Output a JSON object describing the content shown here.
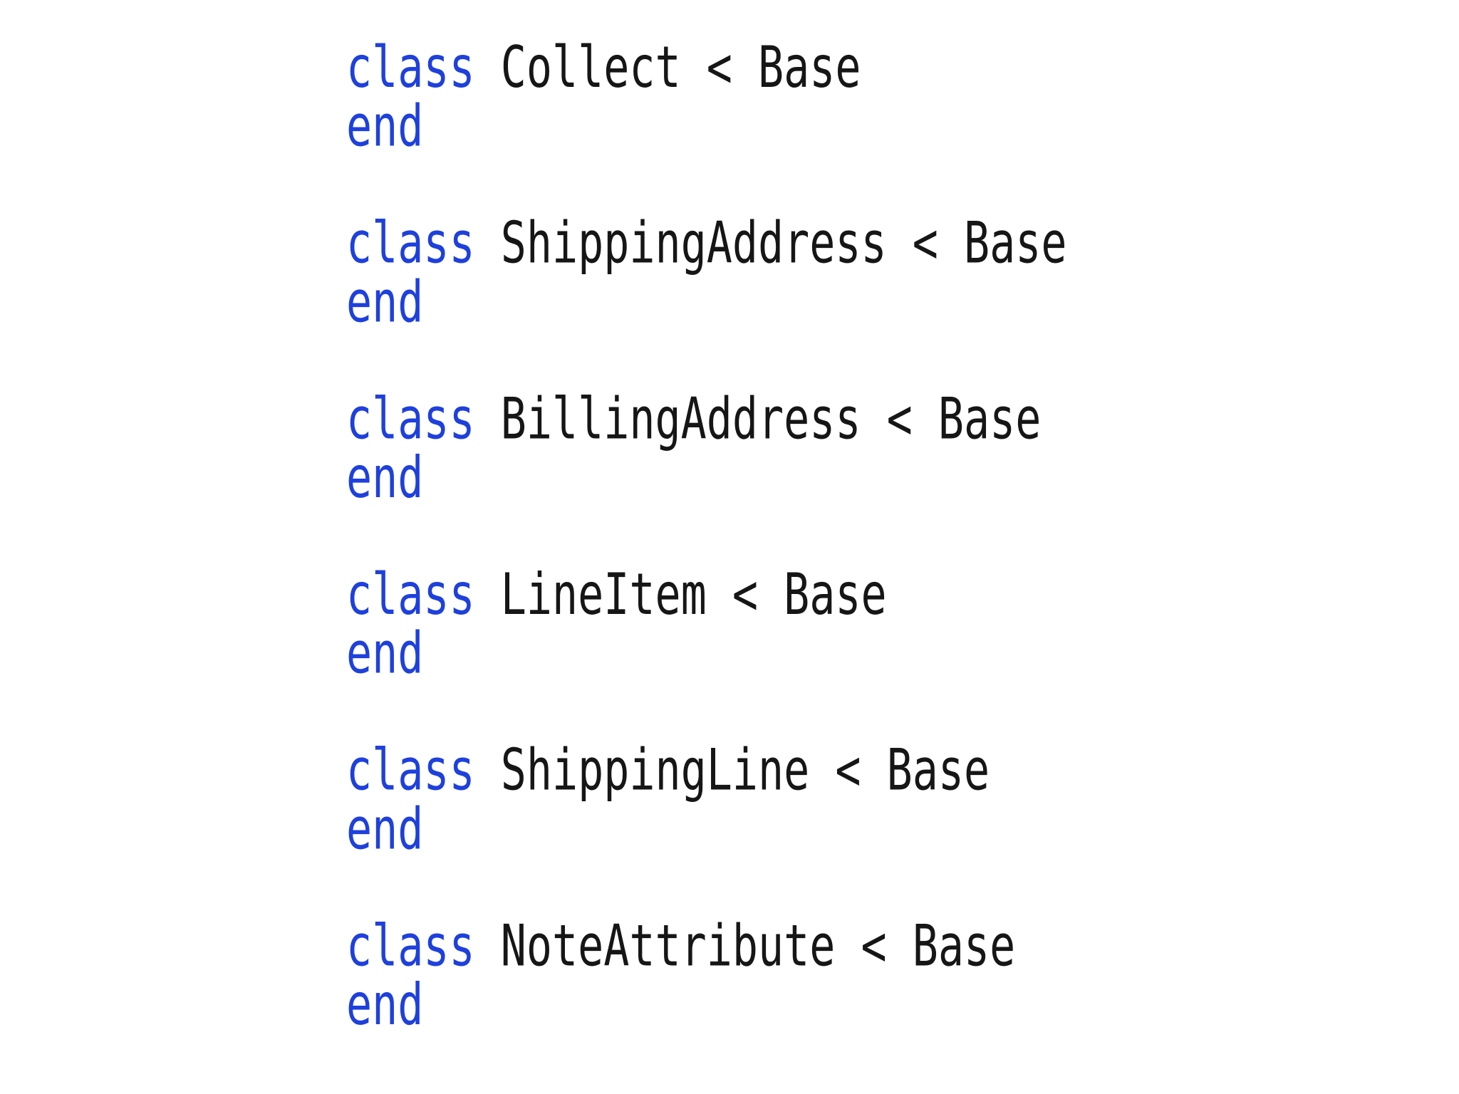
{
  "canvas": {
    "background": "#ffffff"
  },
  "syntax_colors": {
    "keyword": "#1e40dc",
    "identifier": "#161616"
  },
  "code": {
    "blocks": [
      {
        "keyword": "class",
        "class_name": "Collect",
        "inheritance_operator": "<",
        "superclass": "Base",
        "end_keyword": "end"
      },
      {
        "keyword": "class",
        "class_name": "ShippingAddress",
        "inheritance_operator": "<",
        "superclass": "Base",
        "end_keyword": "end"
      },
      {
        "keyword": "class",
        "class_name": "BillingAddress",
        "inheritance_operator": "<",
        "superclass": "Base",
        "end_keyword": "end"
      },
      {
        "keyword": "class",
        "class_name": "LineItem",
        "inheritance_operator": "<",
        "superclass": "Base",
        "end_keyword": "end"
      },
      {
        "keyword": "class",
        "class_name": "ShippingLine",
        "inheritance_operator": "<",
        "superclass": "Base",
        "end_keyword": "end"
      },
      {
        "keyword": "class",
        "class_name": "NoteAttribute",
        "inheritance_operator": "<",
        "superclass": "Base",
        "end_keyword": "end"
      }
    ]
  }
}
